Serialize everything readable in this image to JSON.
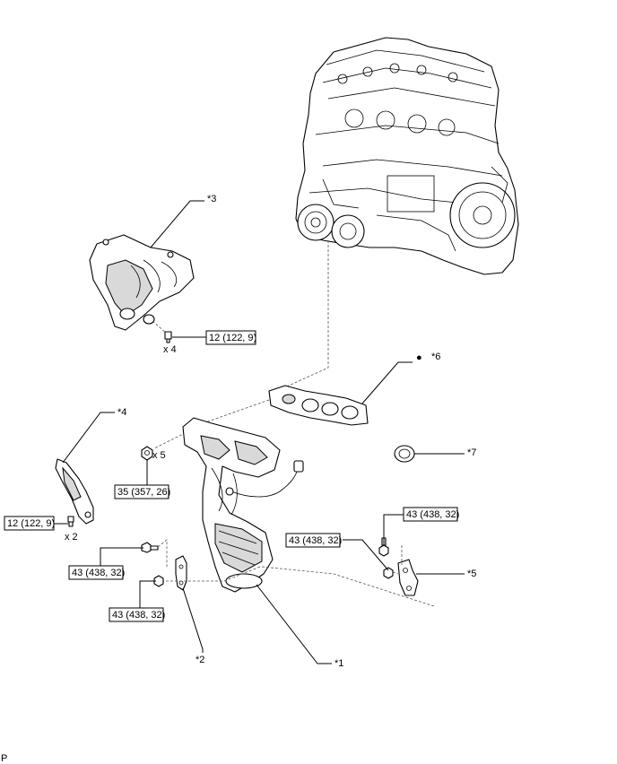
{
  "callouts": {
    "c1": "*1",
    "c2": "*2",
    "c3": "*3",
    "c4": "*4",
    "c5": "*5",
    "c6": "*6",
    "c7": "*7"
  },
  "torques": {
    "t1": "12 (122, 9)",
    "t2": "35 (357, 26)",
    "t3": "12 (122, 9)",
    "t4": "43 (438, 32)",
    "t5": "43 (438, 32)",
    "t6": "43 (438, 32)",
    "t7": "43 (438, 32)"
  },
  "quantities": {
    "q1": "x 4",
    "q2": "x 5",
    "q3": "x 2"
  },
  "marks": {
    "non_reusable_bullet": "●"
  },
  "footer": {
    "code": "P"
  }
}
